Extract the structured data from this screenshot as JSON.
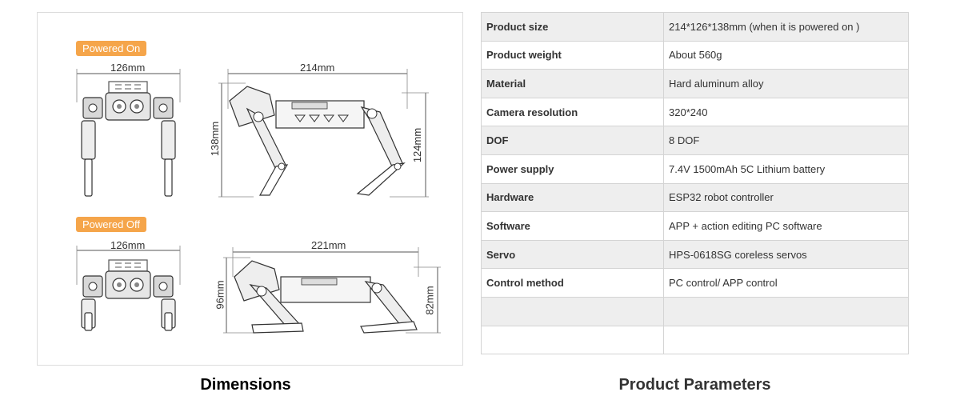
{
  "dimensions": {
    "caption": "Dimensions",
    "powered_on": {
      "badge": "Powered On",
      "front_width": "126mm",
      "side_length": "214mm",
      "left_height": "138mm",
      "right_height": "124mm"
    },
    "powered_off": {
      "badge": "Powered Off",
      "front_width": "126mm",
      "side_length": "221mm",
      "left_height": "96mm",
      "right_height": "82mm"
    },
    "colors": {
      "badge": "#f5a54a",
      "drawing": "#555555"
    }
  },
  "parameters": {
    "caption": "Product Parameters",
    "caption_color": "#333333",
    "rows": [
      {
        "label": "Product size",
        "value": "214*126*138mm (when it is powered on )"
      },
      {
        "label": "Product weight",
        "value": "About 560g"
      },
      {
        "label": "Material",
        "value": "Hard aluminum alloy"
      },
      {
        "label": "Camera resolution",
        "value": "320*240"
      },
      {
        "label": "DOF",
        "value": "8 DOF"
      },
      {
        "label": "Power supply",
        "value": "7.4V 1500mAh 5C Lithium battery"
      },
      {
        "label": "Hardware",
        "value": "ESP32 robot controller"
      },
      {
        "label": "Software",
        "value": "APP + action editing PC software"
      },
      {
        "label": "Servo",
        "value": "HPS-0618SG coreless servos"
      },
      {
        "label": "Control method",
        "value": "PC control/ APP control"
      },
      {
        "label": "",
        "value": ""
      },
      {
        "label": "",
        "value": ""
      }
    ]
  }
}
